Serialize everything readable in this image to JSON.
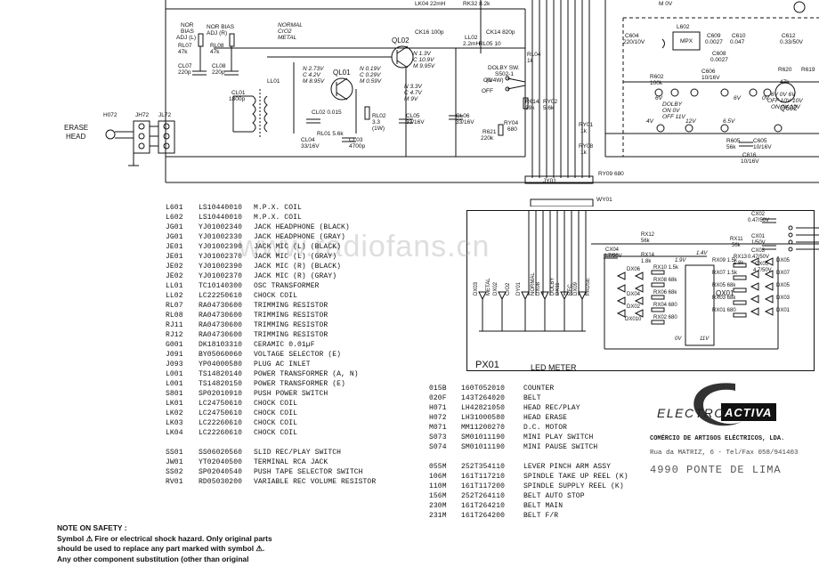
{
  "schematic": {
    "erase_head_label": [
      "ERASE",
      "HEAD"
    ],
    "h072": "H072",
    "jh72": "JH72",
    "jl72": "JL72",
    "nor_bias_1": [
      "NOR",
      "BIAS",
      "ADJ (L)"
    ],
    "nor_bias_2": [
      "NOR BIAS",
      "ADJ (R)"
    ],
    "rl07": [
      "RL07",
      "47k"
    ],
    "rl08": [
      "RL08",
      "47k"
    ],
    "cl07": [
      "CL07",
      "220p"
    ],
    "cl08": [
      "CL08",
      "220p"
    ],
    "cl01": [
      "CL01",
      "1800p"
    ],
    "ll01": "LL01",
    "normal_cro2_metal": [
      "NORMAL",
      "CrO2",
      "METAL"
    ],
    "ql02": "QL02",
    "ql01": "QL01",
    "ql01_v1": [
      "N 2.73V",
      "C 4.2V",
      "M 8.95V"
    ],
    "ql01_v2": [
      "N 0.19V",
      "C 0.29V",
      "M 0.59V"
    ],
    "ql02_v": [
      "N 1.3V",
      "C 10.9V",
      "M 9.95V"
    ],
    "ql01_v3": [
      "N 3.3V",
      "C 4.7V",
      "M 9V"
    ],
    "cl02": "CL02 0.015",
    "rl01": "RL01 5.6k",
    "cl04": [
      "CL04",
      "33/16V"
    ],
    "cl03": [
      "CL03",
      "4700p"
    ],
    "rl02": [
      "RL02",
      "3.3",
      "(1W)"
    ],
    "cl05": [
      "CL05",
      "33/16V"
    ],
    "cl06": [
      "CL06",
      "33/16V"
    ],
    "lk04": "LK04 22mH",
    "rk32": "RK32 8.2k",
    "ck16": "CK16 100p",
    "ll02": [
      "LL02",
      "2.2mH"
    ],
    "ck14": "CK14 820p",
    "rl05": "RL05 10",
    "rl05_w": "(1/4W)",
    "rl04": [
      "RL04",
      "1k"
    ],
    "dolby_sw": [
      "DOLBY SW.",
      "S502-1"
    ],
    "on_off": [
      "ON",
      "OFF"
    ],
    "r614": [
      "R614",
      "39k"
    ],
    "ry02": [
      "RY02",
      "5.6k"
    ],
    "r621": [
      "R621",
      "220k"
    ],
    "ry04": [
      "RY04",
      "680"
    ],
    "ry01": [
      "RY01",
      "1k"
    ],
    "ry08": [
      "RY08",
      "1k"
    ],
    "ry09": "RY09 680",
    "jy01": "JY01",
    "wy01": "WY01",
    "mv": "M  0V",
    "l602": "L602",
    "mpx": "MPX",
    "c604": [
      "C604",
      "220/10V"
    ],
    "c609": [
      "C609",
      "0.0027"
    ],
    "c610": [
      "C610",
      "0.047"
    ],
    "c612": [
      "C612",
      "0.33/50V"
    ],
    "c608": [
      "C608",
      "0.0027"
    ],
    "c606": [
      "C606",
      "10/16V"
    ],
    "r602": [
      "R602",
      "100k"
    ],
    "r620": "R620",
    "r619": "R619",
    "r620_v": "47k",
    "dolby_on_off": [
      "6V",
      "DOLBY",
      "ON 0V",
      "OFF 11V"
    ],
    "volt_4v": "4V",
    "volt_12v": "12V",
    "volt_6_5v": "6.5V",
    "volt_6v": "6V",
    "volt_0v": "0V",
    "q602_label": [
      "6V 0V 6V",
      "OFF 10V 10V",
      "ON 0V 12V"
    ],
    "q602": "Q602",
    "r605": [
      "R605",
      "56k"
    ],
    "c605": [
      "C605",
      "10/16V"
    ],
    "c616": [
      "C616",
      "10/16V"
    ]
  },
  "led_meter": {
    "cx02": [
      "CX02",
      "0.47/50V"
    ],
    "cx01": [
      "CX01",
      "1/50V"
    ],
    "cx03": [
      "CX03",
      "0.47/50V"
    ],
    "cx04": [
      "CX04",
      "4.7/50V"
    ],
    "cx05": [
      "CX05",
      "4.7/50V"
    ],
    "rx12": [
      "RX12",
      "56k"
    ],
    "rx11": [
      "RX11",
      "56k"
    ],
    "rx14": [
      "RX14",
      "1.8k"
    ],
    "rx13": [
      "RX13",
      "1.8k"
    ],
    "v_1_9": "1.9V",
    "v_1_4": "1.4V",
    "qx01": "QX01",
    "v_0": "0V",
    "v_11": "11V",
    "ladder_left": [
      "RX10 1.5k",
      "RX08 68k",
      "RX06 68k",
      "RX04 680",
      "RX02 680"
    ],
    "ladder_right": [
      "RX09 1.5k",
      "RX07 1.5k",
      "RX05 68k",
      "RX03 68k",
      "RX01 680"
    ],
    "led_left": [
      "DX06",
      "DX04",
      "DX02",
      "DX010"
    ],
    "led_right": [
      "DX05",
      "DX07",
      "DX05",
      "DX03",
      "DX01"
    ],
    "vertical_leds": [
      {
        "id": "DX03",
        "sub": "METAL"
      },
      {
        "id": "DX02",
        "sub": "CrO2"
      },
      {
        "id": "DY01",
        "sub": "NORMAL"
      },
      {
        "id": "DX08",
        "sub": "DOLBY"
      },
      {
        "id": "DX11",
        "sub": "REC"
      },
      {
        "id": "DX09",
        "sub": "PAUSE"
      }
    ],
    "board_name": "PX01",
    "board_label": "LED METER"
  },
  "parts_list_a": [
    [
      "L601",
      "LS10440010",
      "M.P.X. COIL"
    ],
    [
      "L602",
      "LS10440010",
      "M.P.X. COIL"
    ],
    [
      "JG01",
      "YJ01002340",
      "JACK HEADPHONE (BLACK)"
    ],
    [
      "JG01",
      "YJ01002330",
      "JACK HEADPHONE (GRAY)"
    ],
    [
      "JE01",
      "YJ01002390",
      "JACK MIC (L) (BLACK)"
    ],
    [
      "JE01",
      "YJ01002370",
      "JACK MIC (L) (GRAY)"
    ],
    [
      "JE02",
      "YJ01002390",
      "JACK MIC (R) (BLACK)"
    ],
    [
      "JE02",
      "YJ01002370",
      "JACK MIC (R) (GRAY)"
    ],
    [
      "LL01",
      "TC10140300",
      "OSC TRANSFORMER"
    ],
    [
      "LL02",
      "LC22250610",
      "CHOCK COIL"
    ],
    [
      "RL07",
      "RA04730600",
      "TRIMMING RESISTOR"
    ],
    [
      "RL08",
      "RA04730600",
      "TRIMMING RESISTOR"
    ],
    [
      "RJ11",
      "RA04730600",
      "TRIMMING RESISTOR"
    ],
    [
      "RJ12",
      "RA04730600",
      "TRIMMING RESISTOR"
    ],
    [
      "G001",
      "DK18103310",
      "CERAMIC 0.01µF"
    ],
    [
      "J091",
      "BY05060060",
      "VOLTAGE SELECTOR (E)"
    ],
    [
      "J093",
      "YP04000580",
      "PLUG AC INLET"
    ],
    [
      "L001",
      "TS14820140",
      "POWER TRANSFORMER (A, N)"
    ],
    [
      "L001",
      "TS14820150",
      "POWER TRANSFORMER (E)"
    ],
    [
      "S801",
      "SP02010910",
      "PUSH POWER SWITCH"
    ],
    [
      "LK01",
      "LC24750610",
      "CHOCK COIL"
    ],
    [
      "LK02",
      "LC24750610",
      "CHOCK COIL"
    ],
    [
      "LK03",
      "LC22260610",
      "CHOCK COIL"
    ],
    [
      "LK04",
      "LC22260610",
      "CHOCK COIL"
    ]
  ],
  "parts_list_a2": [
    [
      "SS01",
      "SS06020560",
      "SLID REC/PLAY SWITCH"
    ],
    [
      "JW01",
      "YT02040500",
      "TERMINAL RCA JACK"
    ],
    [
      "SS02",
      "SP02040540",
      "PUSH TAPE SELECTOR SWITCH"
    ],
    [
      "RV01",
      "RD05030200",
      "VARIABLE REC VOLUME RESISTOR"
    ]
  ],
  "parts_list_b": [
    [
      "015B",
      "160T052010",
      "COUNTER"
    ],
    [
      "020F",
      "143T264020",
      "BELT"
    ],
    [
      "H071",
      "LH42821050",
      "HEAD REC/PLAY"
    ],
    [
      "H072",
      "LH31000580",
      "HEAD ERASE"
    ],
    [
      "M071",
      "MM11200270",
      "D.C. MOTOR"
    ],
    [
      "S073",
      "SM01011190",
      "MINI PLAY SWITCH"
    ],
    [
      "S074",
      "SM01011190",
      "MINI PAUSE SWITCH"
    ]
  ],
  "parts_list_b2": [
    [
      "055M",
      "252T354110",
      "LEVER PINCH ARM ASSY"
    ],
    [
      "106M",
      "161T117210",
      "SPINDLE TAKE UP REEL (K)"
    ],
    [
      "110M",
      "161T117200",
      "SPINDLE SUPPLY REEL (K)"
    ],
    [
      "156M",
      "252T264110",
      "BELT AUTO STOP"
    ],
    [
      "230M",
      "161T264210",
      "BELT MAIN"
    ],
    [
      "231M",
      "161T264200",
      "BELT F/R"
    ]
  ],
  "stamp": {
    "brand_left": "ELECTRO",
    "brand_right": "ACTIVA",
    "line1": "COMÉRCIO DE ARTIGOS ELÉCTRICOS, LDA.",
    "line2": "Rua da MATRIZ, 6 - Tel/Fax 058/941403",
    "line3": "4990 PONTE DE LIMA"
  },
  "watermark": "www.radiofans.cn",
  "notes": {
    "title": "NOTE ON SAFETY :",
    "line1": "Symbol ⚠ Fire or electrical shock hazard. Only original parts",
    "line2": "should be used to replace any part marked with symbol ⚠.",
    "line3": "Any other component substitution (other than original"
  }
}
